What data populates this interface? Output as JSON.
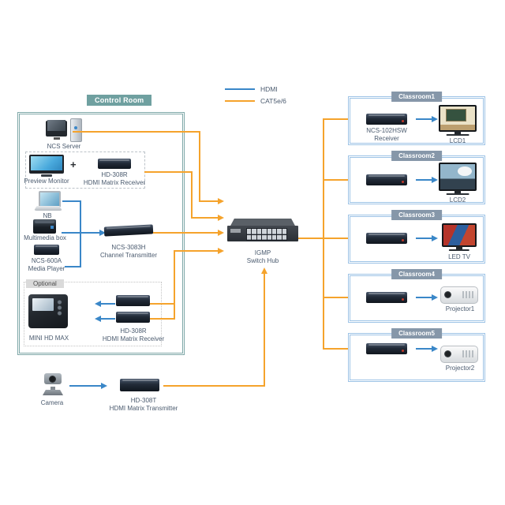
{
  "legend": {
    "items": [
      {
        "label": "HDMI",
        "color": "#3A87C8"
      },
      {
        "label": "CAT5e/6",
        "color": "#F5A32C"
      }
    ]
  },
  "control_room": {
    "title": "Control Room",
    "ncs_server": {
      "label": "NCS Server"
    },
    "preview_group": {
      "monitor_label": "Preview Monitor",
      "plus": "+",
      "receiver_model": "HD-308R",
      "receiver_desc": "HDMI Matrix Receiver"
    },
    "nb": {
      "label": "NB"
    },
    "multimedia_box": {
      "label": "Multimedia box"
    },
    "media_player": {
      "model": "NCS-600A",
      "desc": "Media Player"
    },
    "channel_transmitter": {
      "model": "NCS-3083H",
      "desc": "Channel Transmitter"
    },
    "optional": {
      "label": "Optional",
      "console_label": "MINI HD MAX",
      "receiver_model": "HD-308R",
      "receiver_desc": "HDMI Matrix Receiver"
    }
  },
  "hub": {
    "name_line1": "IGMP",
    "name_line2": "Switch Hub"
  },
  "camera_chain": {
    "camera_label": "Camera",
    "transmitter_model": "HD-308T",
    "transmitter_desc": "HDMI Matrix Transmitter"
  },
  "classrooms": [
    {
      "title": "Classroom1",
      "receiver_model": "NCS-102HSW",
      "receiver_desc": "Receiver",
      "display_label": "LCD1"
    },
    {
      "title": "Classroom2",
      "display_label": "LCD2"
    },
    {
      "title": "Classroom3",
      "display_label": "LED TV"
    },
    {
      "title": "Classroom4",
      "display_label": "Projector1"
    },
    {
      "title": "Classroom5",
      "display_label": "Projector2"
    }
  ],
  "colors": {
    "hdmi_blue": "#3A87C8",
    "cat5_orange": "#F5A32C",
    "control_teal": "#6FA0A0",
    "classroom_header": "#8697A9",
    "label_text": "#4A5A6E"
  }
}
